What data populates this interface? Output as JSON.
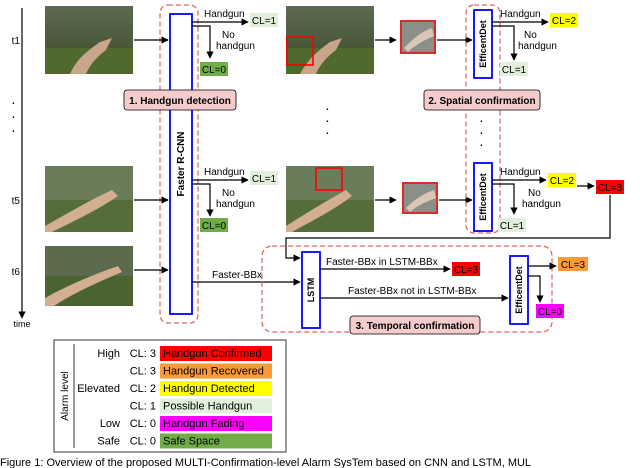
{
  "time_labels": {
    "t1": "t1",
    "t5": "t5",
    "t6": "t6",
    "axis": "time"
  },
  "stages": {
    "detection": "1. Handgun detection",
    "spatial": "2. Spatial confirmation",
    "temporal": "3. Temporal confirmation"
  },
  "models": {
    "faster_rcnn": "Faster R-CNN",
    "efficientdet": "EfficentDet",
    "lstm": "LSTM"
  },
  "flow": {
    "handgun": "Handgun",
    "no": "No",
    "handgun2": "handgun",
    "faster_bbx": "Faster-BBx",
    "bbx_in": "Faster-BBx in LSTM-BBx",
    "bbx_not_in": "Faster-BBx not in LSTM-BBx"
  },
  "cl": {
    "cl0": "CL=0",
    "cl1": "CL=1",
    "cl2": "CL=2",
    "cl3": "CL=3"
  },
  "legend": {
    "axis_label": "Alarm level",
    "rows": [
      {
        "group": "High",
        "cl": "CL: 3",
        "name": "Handgun Confirmed",
        "color": "#ff0000"
      },
      {
        "group": "",
        "cl": "CL: 3",
        "name": "Handgun Recovered",
        "color": "#ff9933"
      },
      {
        "group": "Elevated",
        "cl": "CL: 2",
        "name": "Handgun Detected",
        "color": "#ffff00"
      },
      {
        "group": "",
        "cl": "CL: 1",
        "name": "Possible Handgun",
        "color": "#e2efda"
      },
      {
        "group": "Low",
        "cl": "CL: 0",
        "name": "Handgun Fading",
        "color": "#ff00ff"
      },
      {
        "group": "Safe",
        "cl": "CL: 0",
        "name": "Safe Space",
        "color": "#70ad47"
      }
    ]
  },
  "caption": "Figure 1: Overview of the proposed MULTI-Confirmation-level Alarm SysTem based on CNN and LSTM, MUL"
}
